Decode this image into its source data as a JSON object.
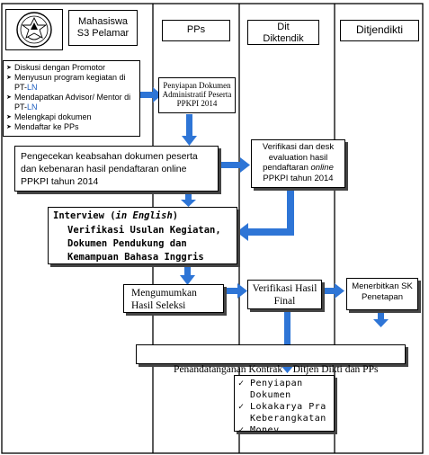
{
  "logo": {
    "seal_text": "KEMENTERIAN PENDIDIKAN DAN KEBUDAYAAN"
  },
  "lanes": {
    "mahasiswa": "Mahasiswa\nS3 Pelamar",
    "pps": "PPs",
    "dit_diktendik": "Dit\nDiktendik",
    "ditjendikti": "Ditjendikti"
  },
  "student_tasks": [
    {
      "text": "Diskusi dengan Promotor",
      "ln": ""
    },
    {
      "text": "Menyusun program kegiatan di PT-",
      "ln": "LN"
    },
    {
      "text": "Mendapatkan Advisor/ Mentor di PT-",
      "ln": "LN"
    },
    {
      "text": "Melengkapi dokumen",
      "ln": ""
    },
    {
      "text": "Mendaftar ke PPs",
      "ln": ""
    }
  ],
  "steps": {
    "penyiapan": "Penyiapan Dokumen Administratif Peserta PPKPI 2014",
    "pengecekan": "Pengecekan keabsahan dokumen peserta dan kebenaran hasil pendaftaran online PPKPI tahun 2014",
    "verifikasi_desk_pre": "Verifikasi dan desk evaluation hasil pendaftaran ",
    "verifikasi_desk_em": "online",
    "verifikasi_desk_post": " PPKPI tahun 2014",
    "interview_bullet": "",
    "interview_pre": "Interview (",
    "interview_em": "in English",
    "interview_post": ")",
    "interview_rest": "Verifikasi Usulan Kegiatan, Dokumen Pendukung  dan Kemampuan Bahasa Inggris",
    "mengumumkan": "Mengumumkan Hasil Seleksi",
    "verifikasi_final": "Verifikasi Hasil Final",
    "menerbitkan": "Menerbitkan SK Penetapan",
    "penandatanganan": "Penandatanganan Kontrak    Ditjen Dikti dan PPs"
  },
  "final_tasks": [
    "Penyiapan Dokumen",
    "Lokakarya Pra Keberangkatan",
    "Monev"
  ],
  "colors": {
    "arrow": "#2e75d6",
    "border": "#000000",
    "shadow": "#444444",
    "ln_text": "#1f5fbf"
  }
}
